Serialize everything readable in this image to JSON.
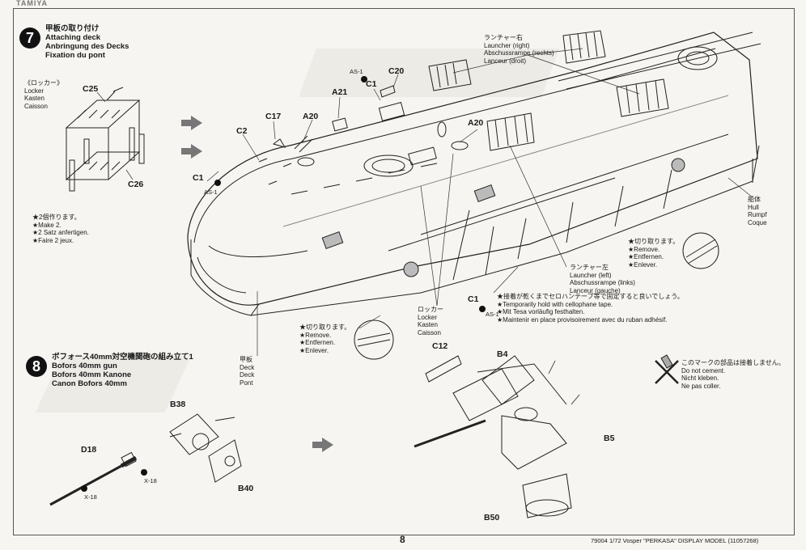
{
  "header": {
    "brand": "TAMIYA"
  },
  "step7": {
    "number": "7",
    "title_jp": "甲板の取り付け",
    "title_en": "Attaching deck",
    "title_de": "Anbringung des Decks",
    "title_fr": "Fixation du pont"
  },
  "locker": {
    "jp": "《ロッカー》",
    "en": "Locker",
    "de": "Kasten",
    "fr": "Caisson"
  },
  "make2": {
    "jp": "★2個作ります。",
    "en": "★Make 2.",
    "de": "★2 Satz anfertigen.",
    "fr": "★Faire 2 jeux."
  },
  "launcher_right": {
    "jp": "ランチャー右",
    "en": "Launcher (right)",
    "de": "Abschussrampe (rechts)",
    "fr": "Lanceur (droit)"
  },
  "launcher_left": {
    "jp": "ランチャー左",
    "en": "Launcher (left)",
    "de": "Abschussrampe (links)",
    "fr": "Lanceur (gauche)"
  },
  "hull": {
    "jp": "船体",
    "en": "Hull",
    "de": "Rumpf",
    "fr": "Coque"
  },
  "remove_right": {
    "jp": "★切り取ります。",
    "en": "★Remove.",
    "de": "★Entfernen.",
    "fr": "★Enlever."
  },
  "remove_left": {
    "jp": "★切り取ります。",
    "en": "★Remove.",
    "de": "★Entfernen.",
    "fr": "★Enlever."
  },
  "tape_note": {
    "jp": "★接着が乾くまでセロハンテープ等で固定すると良いでしょう。",
    "en": "★Temporarily hold with cellophane tape.",
    "de": "★Mit Tesa vorläufig festhalten.",
    "fr": "★Maintenir en place provisoirement avec du ruban adhésif."
  },
  "locker2": {
    "jp": "ロッカー",
    "en": "Locker",
    "de": "Kasten",
    "fr": "Caisson"
  },
  "deck": {
    "jp": "甲板",
    "en": "Deck",
    "de": "Deck",
    "fr": "Pont"
  },
  "nocement": {
    "jp": "このマークの部品は接着しません。",
    "en": "Do not cement.",
    "de": "Nicht kleben.",
    "fr": "Ne pas coller."
  },
  "step8": {
    "number": "8",
    "title_jp": "ボフォース40mm対空機関砲の組み立て1",
    "title_en": "Bofors 40mm gun",
    "title_de": "Bofors 40mm Kanone",
    "title_fr": "Canon Bofors 40mm"
  },
  "parts": {
    "c25": "C25",
    "c26": "C26",
    "c1a": "C1",
    "as1a": "AS-1",
    "c2": "C2",
    "c17": "C17",
    "a20a": "A20",
    "a21": "A21",
    "as1b": "AS-1",
    "c1b": "C1",
    "c20": "C20",
    "a20b": "A20",
    "c1c": "C1",
    "as1c": "AS-1",
    "c12": "C12",
    "b4": "B4",
    "b5": "B5",
    "b50": "B50",
    "b38": "B38",
    "d18": "D18",
    "x18a": "X-18",
    "x18b": "X-18",
    "b40": "B40"
  },
  "footer": {
    "page": "8",
    "model": "79004 1/72 Vosper \"PERKASA\" DISPLAY MODEL (11057268)"
  },
  "colors": {
    "ink": "#1a1a1a",
    "paper": "#f6f5f1",
    "arrow": "#777777",
    "ghost": "#e2e1dc"
  }
}
